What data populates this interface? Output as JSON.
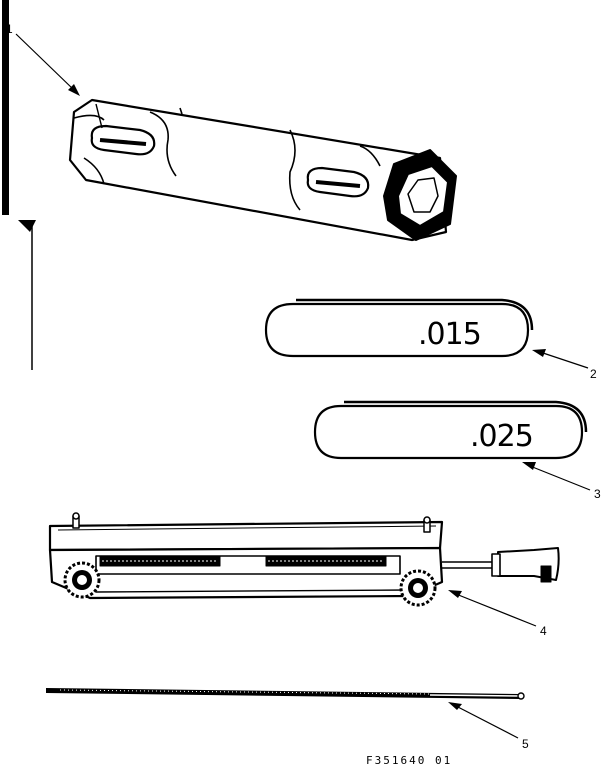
{
  "parts": [
    {
      "callout": "1"
    },
    {
      "callout": "2",
      "gauge_label": ".015"
    },
    {
      "callout": "3",
      "gauge_label": ".025"
    },
    {
      "callout": "4"
    },
    {
      "callout": "5"
    }
  ],
  "figure_id": "F351640  01",
  "colors": {
    "ink": "#000000",
    "paper": "#ffffff"
  }
}
